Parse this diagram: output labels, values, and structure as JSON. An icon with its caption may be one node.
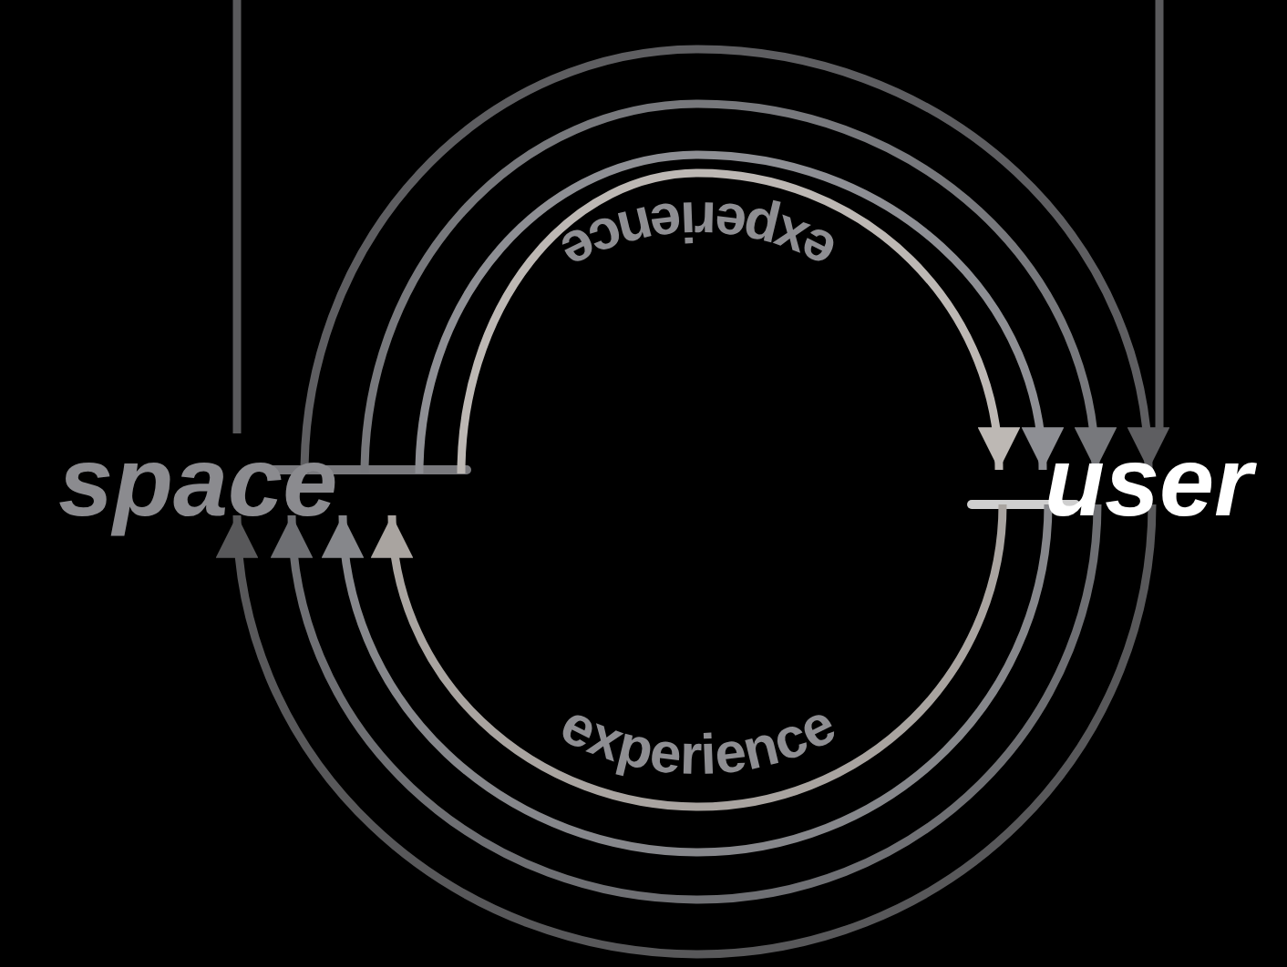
{
  "diagram": {
    "nodes": [
      {
        "text": [
          "space"
        ]
      },
      {
        "text": [
          "user"
        ]
      }
    ],
    "edges": [
      {
        "from": 0,
        "to": 1,
        "arrow": "to",
        "label": "experience",
        "color": "#bdb8b4"
      },
      {
        "from": 0,
        "to": 1,
        "arrow": "to",
        "color": "#8e8f94"
      },
      {
        "from": 0,
        "to": 1,
        "arrow": "to",
        "color": "#77787c"
      },
      {
        "from": 0,
        "to": 1,
        "arrow": "to",
        "color": "#5e5e61"
      },
      {
        "from": 0,
        "to": 1,
        "arrow": "none",
        "color": "#5a5a5c"
      },
      {
        "from": 1,
        "to": 0,
        "arrow": "to",
        "label": "experience",
        "color": "#a9a4a0"
      },
      {
        "from": 1,
        "to": 0,
        "arrow": "to",
        "color": "#86878b"
      },
      {
        "from": 1,
        "to": 0,
        "arrow": "to",
        "color": "#6e6f73"
      },
      {
        "from": 1,
        "to": 0,
        "arrow": "to",
        "color": "#58585a"
      }
    ]
  }
}
